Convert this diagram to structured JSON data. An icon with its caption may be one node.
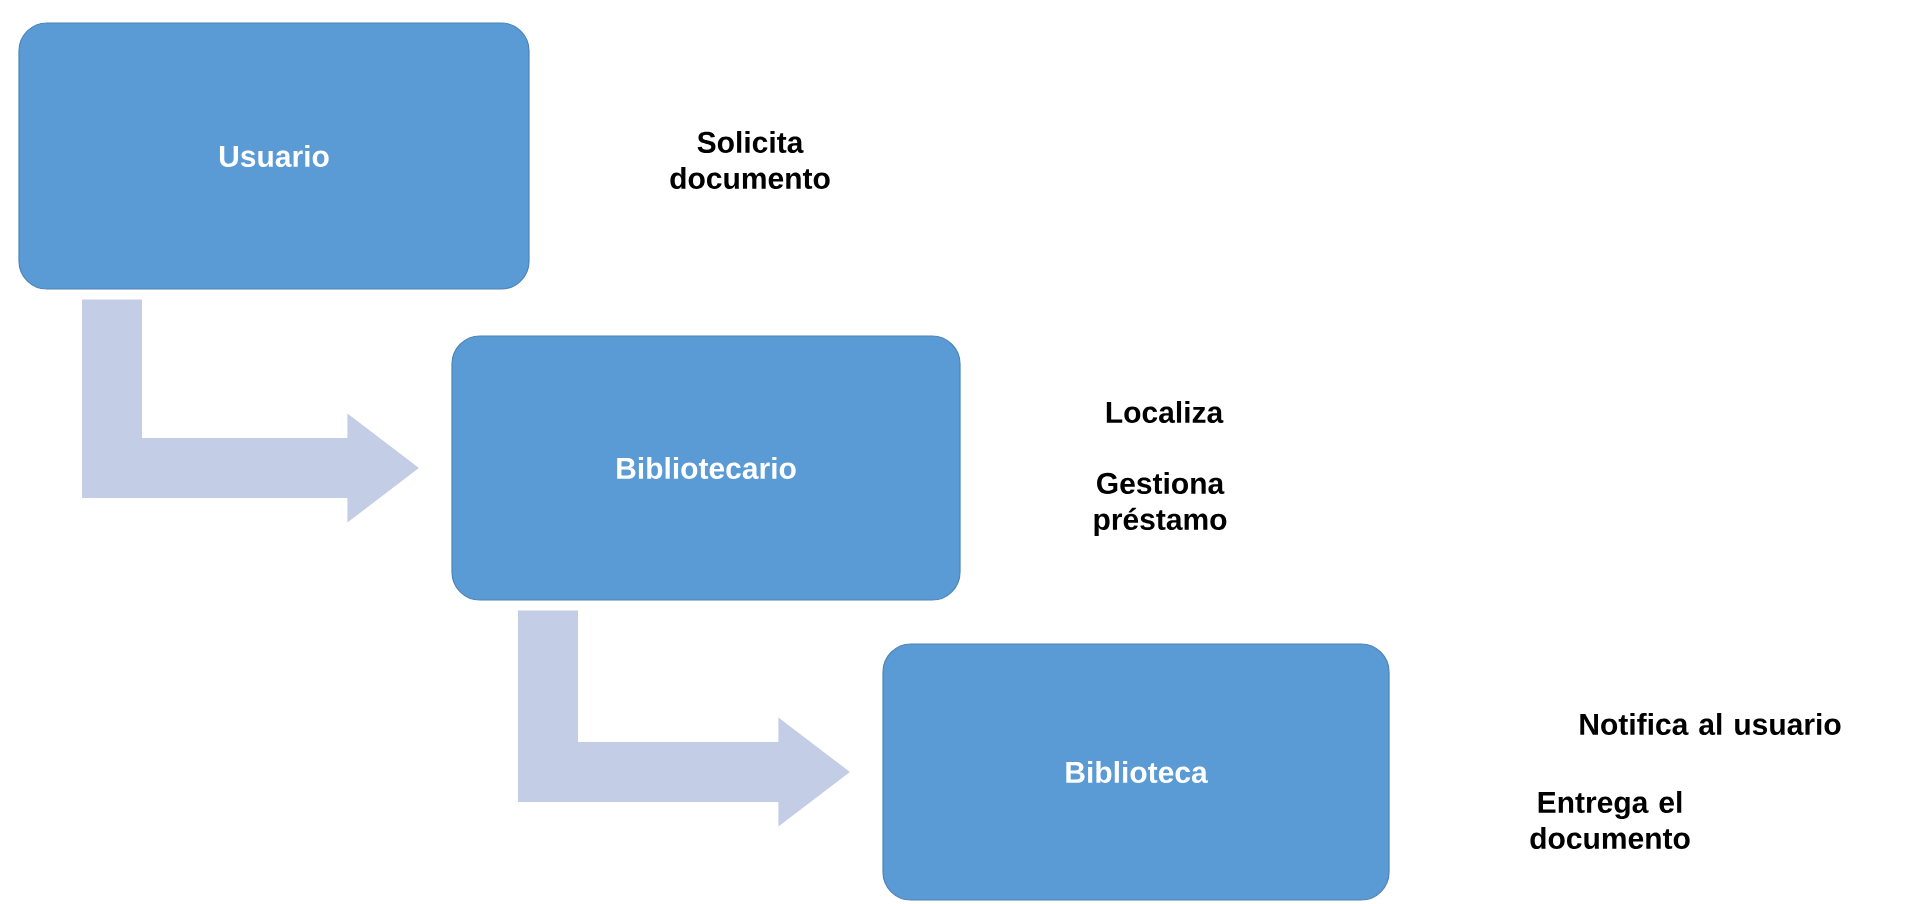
{
  "diagram": {
    "nodes": [
      {
        "text": [
          "Usuario"
        ]
      },
      {
        "text": [
          "Bibliotecario"
        ]
      },
      {
        "text": [
          "Biblioteca"
        ]
      }
    ],
    "edges": [
      {
        "from": 0,
        "to": 1,
        "arrow": "to"
      },
      {
        "from": 1,
        "to": 2,
        "arrow": "to"
      }
    ],
    "labels": [
      "Solicita documento",
      "Localiza",
      "Gestiona préstamo",
      "Notifica al usuario",
      "Entrega el documento"
    ]
  }
}
